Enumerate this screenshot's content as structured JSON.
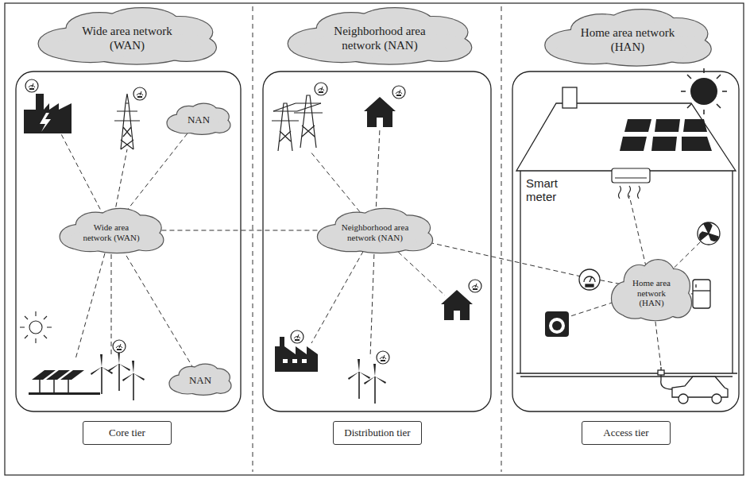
{
  "diagram": {
    "nodes": [
      {
        "text": [
          "Wide area network (WAN)"
        ]
      },
      {
        "text": [
          "Neighborhood area network (NAN)"
        ]
      },
      {
        "text": [
          "Home area network (HAN)"
        ]
      },
      {
        "text": [
          "Wide area network (WAN)"
        ]
      },
      {
        "text": [
          "NAN"
        ]
      },
      {
        "text": [
          "NAN"
        ]
      },
      {
        "text": [
          "Neighborhood area network (NAN)"
        ]
      },
      {
        "text": [
          "Home area network (HAN)"
        ]
      },
      {
        "text": [
          "Core tier"
        ]
      },
      {
        "text": [
          "Distribution tier"
        ]
      },
      {
        "text": [
          "Access tier"
        ]
      }
    ],
    "edges": [
      {
        "from": 3,
        "to": 4,
        "arrow": "none"
      },
      {
        "from": 3,
        "to": 5,
        "arrow": "none"
      },
      {
        "from": 3,
        "to": 6,
        "arrow": "none"
      }
    ],
    "labels": [
      "Smart meter"
    ]
  }
}
